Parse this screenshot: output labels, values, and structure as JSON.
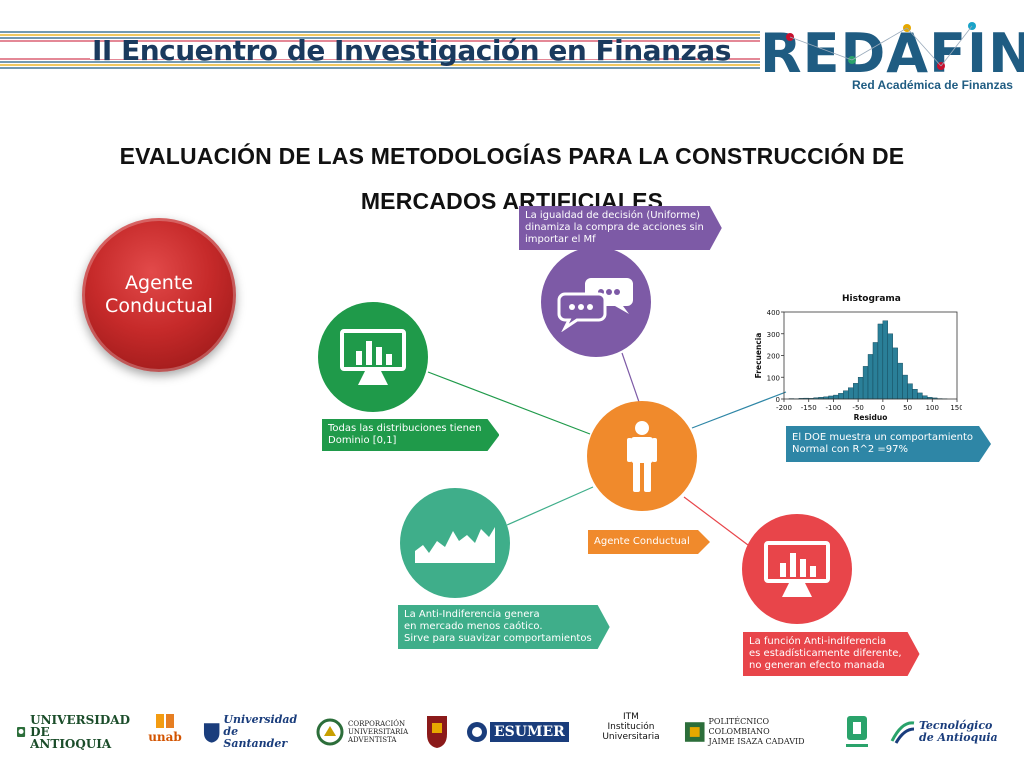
{
  "header": {
    "title": "II Encuentro de Investigación en Finanzas",
    "logo_text": "REDAFIN",
    "logo_subtitle": "Red Académica de Finanzas",
    "brand_color": "#1f5c82"
  },
  "slide": {
    "title_line1": "EVALUACIÓN DE LAS METODOLOGÍAS PARA LA CONSTRUCCIÓN DE",
    "title_line2": "MERCADOS ARTIFICIALES",
    "left_sphere_label": "Agente\nConductual"
  },
  "diagram": {
    "center_label": "Agente Conductual",
    "nodes": [
      {
        "id": "green-monitor",
        "icon": "monitor-chart-icon",
        "color": "#1f9a4a",
        "label": "Todas las distribuciones tienen\nDominio [0,1]"
      },
      {
        "id": "purple-chat",
        "icon": "chat-bubbles-icon",
        "color": "#7d5aa6",
        "label": "La igualdad de decisión (Uniforme)\ndinamiza la compra de acciones sin\nimportar el Mf"
      },
      {
        "id": "histogram",
        "icon": "histogram-chart",
        "color": "#2e86a6",
        "label": "El DOE muestra un comportamiento\nNormal con R^2 =97%"
      },
      {
        "id": "teal-area",
        "icon": "area-chart-icon",
        "color": "#3fae8a",
        "label": "La Anti-Indiferencia  genera\nen mercado menos caótico.\nSirve para suavizar comportamientos"
      },
      {
        "id": "red-monitor",
        "icon": "monitor-chart-icon",
        "color": "#e8454a",
        "label": "La función Anti-indiferencia\nes estadísticamente diferente,\nno generan efecto manada"
      }
    ],
    "center_color": "#f08a2c"
  },
  "chart_data": {
    "type": "bar",
    "title": "Histograma",
    "xlabel": "Residuo",
    "ylabel": "Frecuencia",
    "xlim": [
      -200,
      150
    ],
    "ylim": [
      0,
      400
    ],
    "xticks": [
      -200,
      -150,
      -100,
      -50,
      0,
      50,
      100,
      150
    ],
    "yticks": [
      0,
      100,
      200,
      300,
      400
    ],
    "bin_centers": [
      -185,
      -175,
      -165,
      -155,
      -145,
      -135,
      -125,
      -115,
      -105,
      -95,
      -85,
      -75,
      -65,
      -55,
      -45,
      -35,
      -25,
      -15,
      -5,
      5,
      15,
      25,
      35,
      45,
      55,
      65,
      75,
      85,
      95,
      105,
      115,
      125
    ],
    "values": [
      2,
      1,
      3,
      4,
      3,
      6,
      8,
      10,
      14,
      18,
      26,
      38,
      52,
      72,
      100,
      150,
      205,
      260,
      345,
      360,
      300,
      235,
      165,
      110,
      70,
      45,
      28,
      15,
      8,
      5,
      2,
      1
    ],
    "bar_color": "#2a7f98"
  },
  "footer": {
    "logos": [
      {
        "name": "universidad-de-antioquia-logo",
        "text": "UNIVERSIDAD\nDE ANTIOQUIA"
      },
      {
        "name": "unab-logo",
        "text": "unab"
      },
      {
        "name": "universidad-de-santander-logo",
        "text": "Universidad\nde Santander"
      },
      {
        "name": "corporacion-adventista-logo",
        "text": "CORPORACIÓN\nUNIVERSITARIA\nADVENTISTA"
      },
      {
        "name": "shield-logo",
        "text": ""
      },
      {
        "name": "esumer-logo",
        "text": "ESUMER"
      },
      {
        "name": "itm-logo",
        "text": "ITM\nInstitución Universitaria"
      },
      {
        "name": "politecnico-colombiano-logo",
        "text": "POLITÉCNICO COLOMBIANO\nJAIME ISAZA CADAVID"
      },
      {
        "name": "universidad-del-quindio-logo",
        "text": ""
      },
      {
        "name": "tecnologico-de-antioquia-logo",
        "text": "Tecnológico\nde Antioquia"
      }
    ]
  }
}
